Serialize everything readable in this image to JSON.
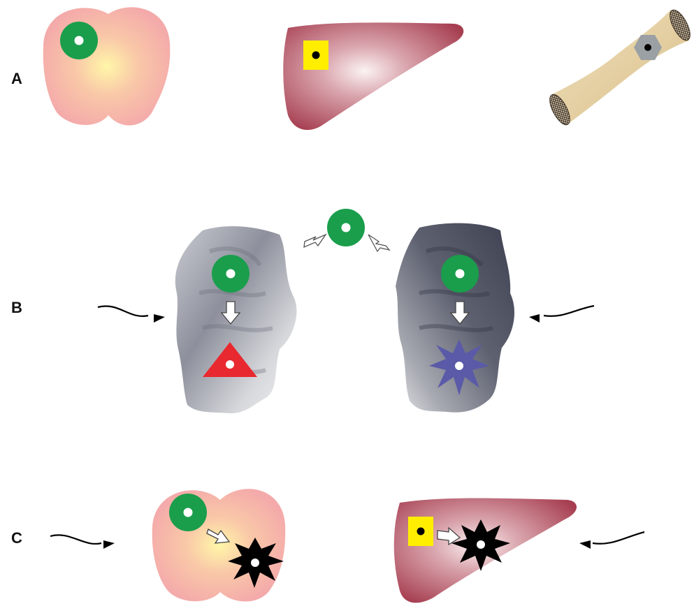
{
  "panels": {
    "a": {
      "label": "A"
    },
    "b": {
      "label": "B"
    },
    "c": {
      "label": "C"
    }
  },
  "colors": {
    "kidney": "#f4aaaa",
    "kidney_center": "#fff2a8",
    "liver": "#b24c5c",
    "liver_highlight": "#f7eaea",
    "bone": "#e7d2a4",
    "green_marker": "#1a9e4c",
    "yellow_marker": "#ffee00",
    "grey_marker": "#9aa0a3",
    "red_triangle": "#e8292f",
    "blue_star": "#5a5aa8",
    "black_star": "#000000",
    "tissue_light": "#e6e7ea",
    "tissue_dark": "#4b4e59"
  },
  "icons": {
    "kidney": "kidney-organ-icon",
    "liver": "liver-organ-icon",
    "bone": "bone-icon",
    "green_cell": "green-ring-cell-icon",
    "yellow_cell": "yellow-square-cell-icon",
    "grey_cell": "grey-hexagon-cell-icon",
    "red_cell": "red-triangle-cell-icon",
    "blue_cell": "blue-star-cell-icon",
    "black_cell": "black-star-cell-icon",
    "stimulus": "wavy-arrow-icon"
  }
}
